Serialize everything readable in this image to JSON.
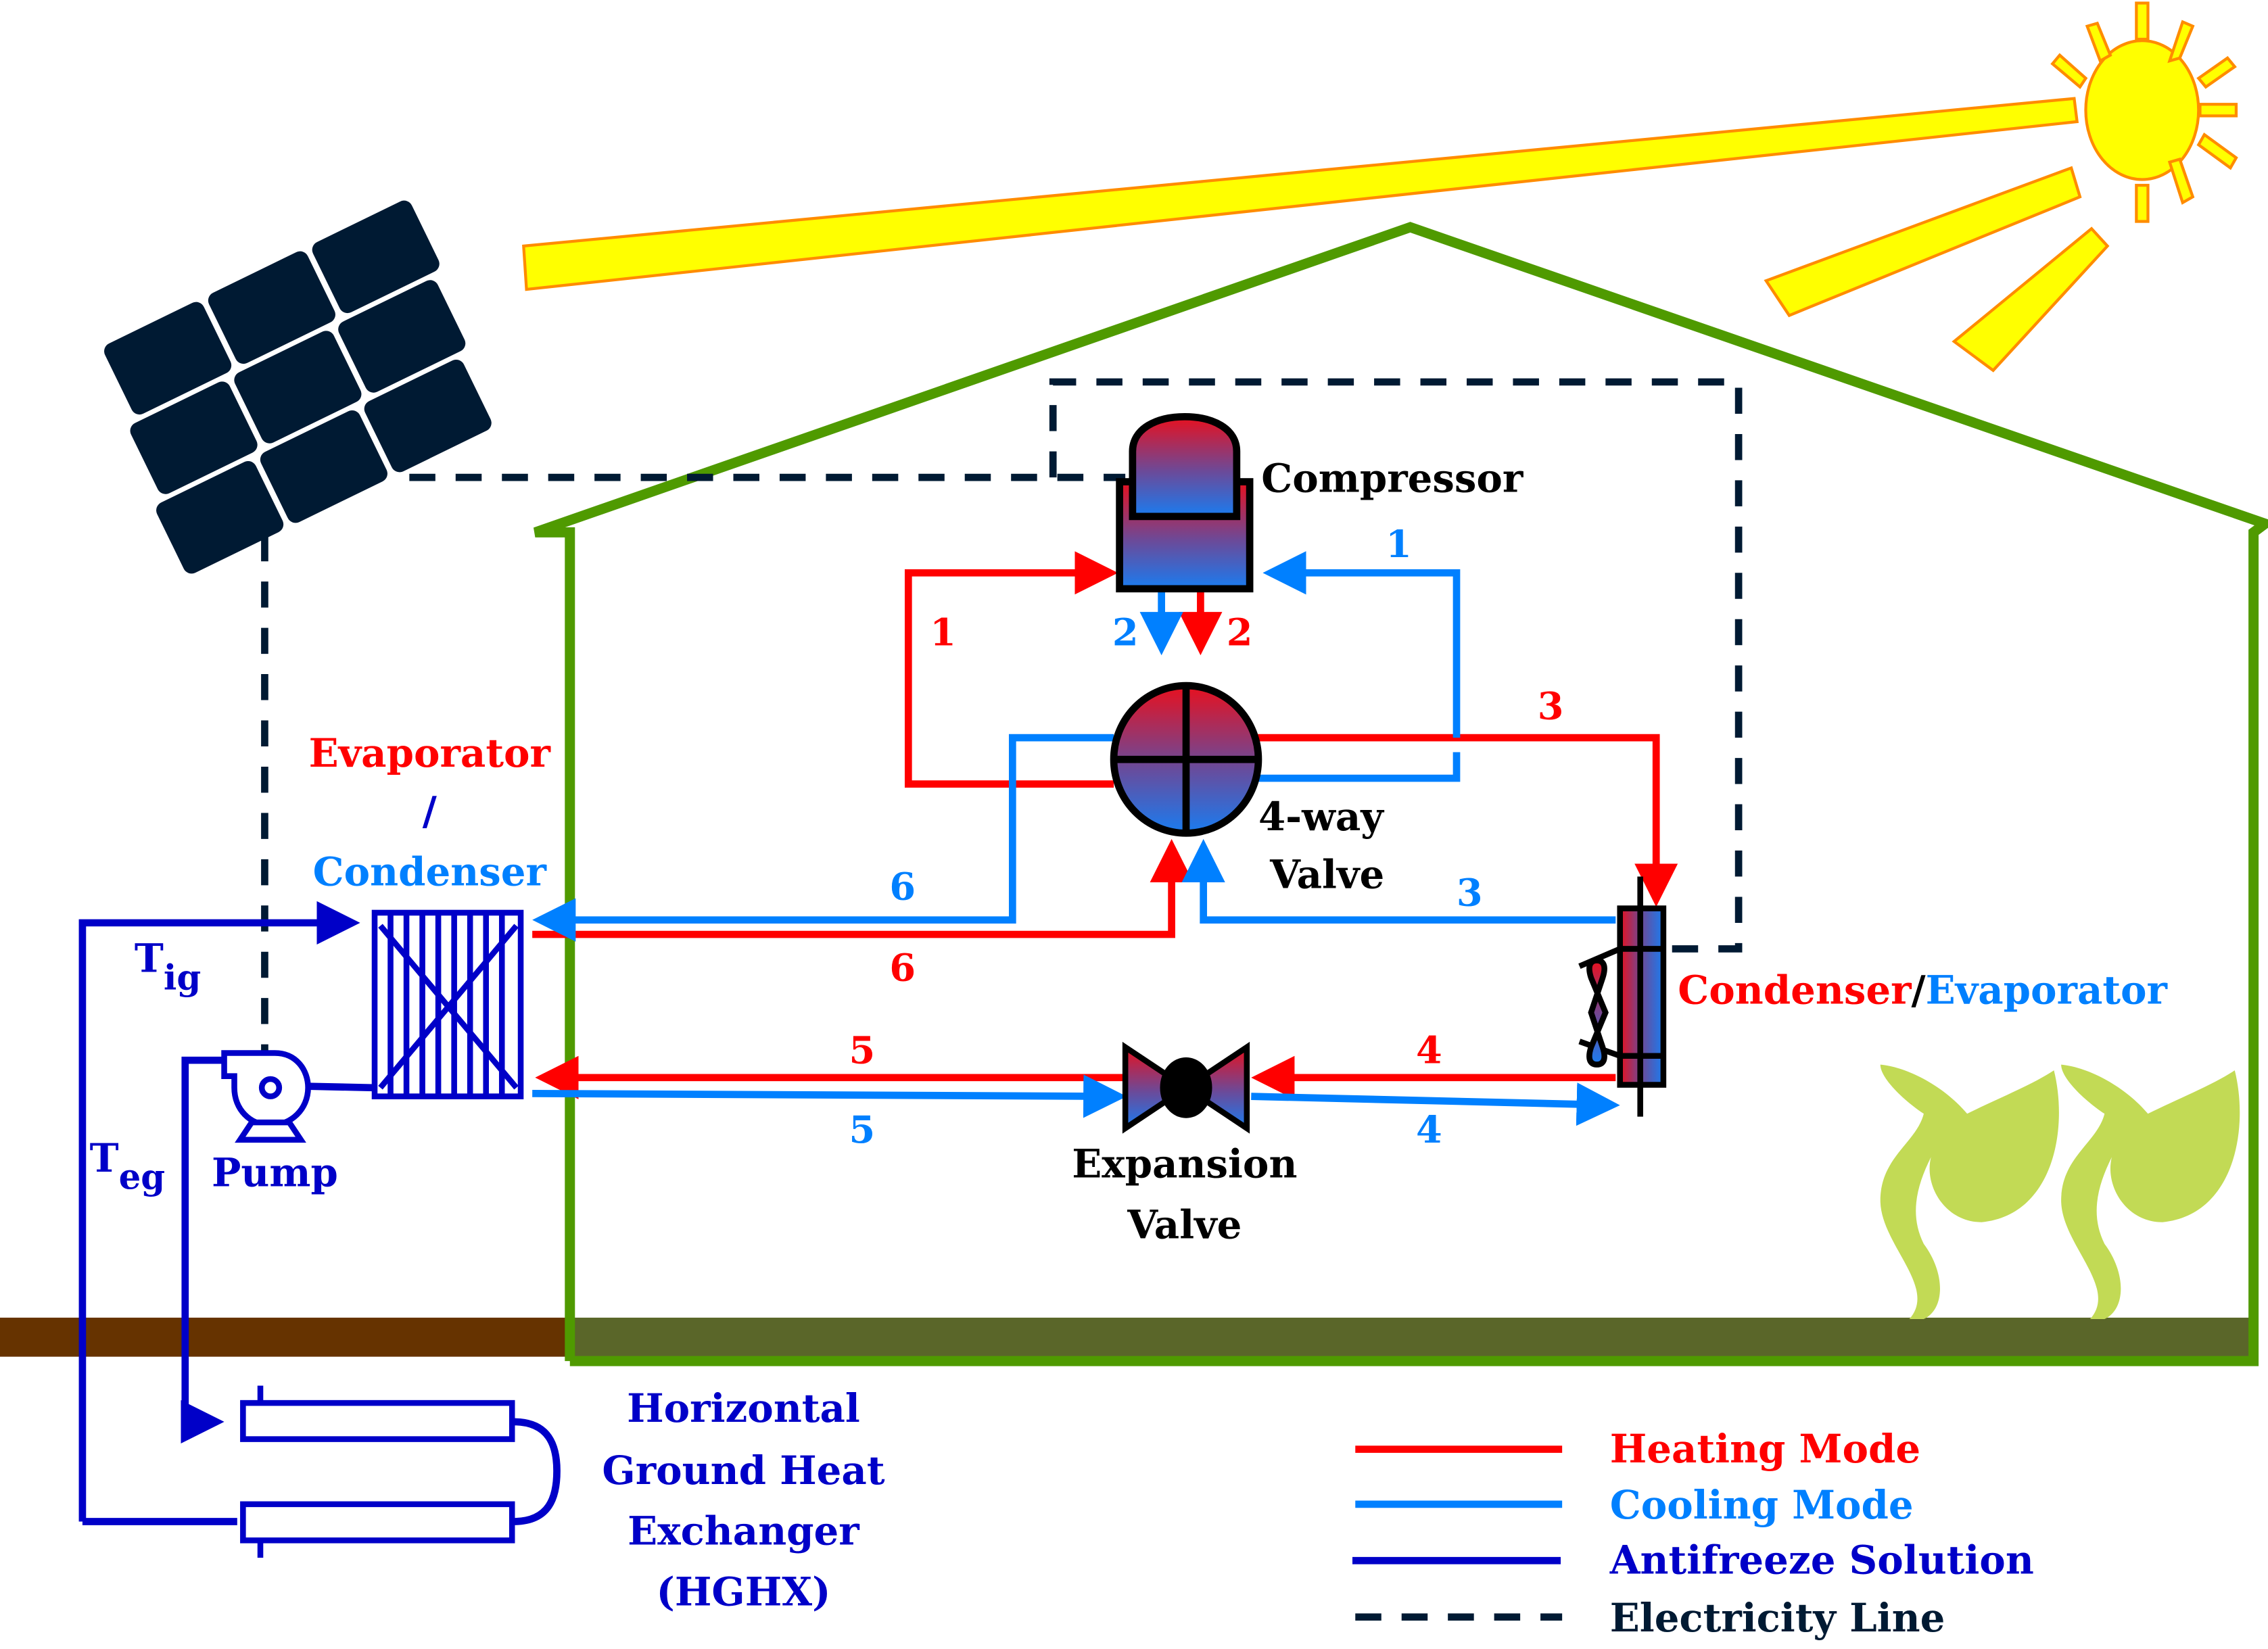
{
  "colors": {
    "heating": "#ff0000",
    "cooling": "#0080ff",
    "antifreeze": "#0000c8",
    "electricity": "#001a33",
    "house": "#4f9a00",
    "ground_outside": "#663300",
    "ground_inside": "#5a6629",
    "sun_fill": "#ffff00",
    "sun_stroke": "#ff8c00",
    "solar_panel": "#001a33",
    "plant": "#c2da55"
  },
  "components": {
    "compressor": "Compressor",
    "four_way_valve_line1": "4-way",
    "four_way_valve_line2": "Valve",
    "expansion_valve_line1": "Expansion",
    "expansion_valve_line2": "Valve",
    "left_hx_heating": "Evaporator",
    "left_hx_sep": "/",
    "left_hx_cooling": "Condenser",
    "right_hx_heating": "Condenser",
    "right_hx_sep": "/",
    "right_hx_cooling": "Evaporator",
    "pump": "Pump",
    "t_ig_main": "T",
    "t_ig_sub": "ig",
    "t_eg_main": "T",
    "t_eg_sub": "eg",
    "hghx_line1": "Horizontal",
    "hghx_line2": "Ground Heat",
    "hghx_line3": "Exchanger",
    "hghx_line4": "(HGHX)"
  },
  "state_points": {
    "heating": [
      "1",
      "2",
      "3",
      "4",
      "5",
      "6"
    ],
    "cooling": [
      "1",
      "2",
      "3",
      "4",
      "5",
      "6"
    ]
  },
  "legend": {
    "items": [
      {
        "label": "Heating Mode",
        "style": "solid",
        "color": "#ff0000"
      },
      {
        "label": "Cooling Mode",
        "style": "solid",
        "color": "#0080ff"
      },
      {
        "label": "Antifreeze Solution",
        "style": "solid",
        "color": "#0000c8"
      },
      {
        "label": "Electricity Line",
        "style": "dashed",
        "color": "#001a33"
      }
    ]
  }
}
